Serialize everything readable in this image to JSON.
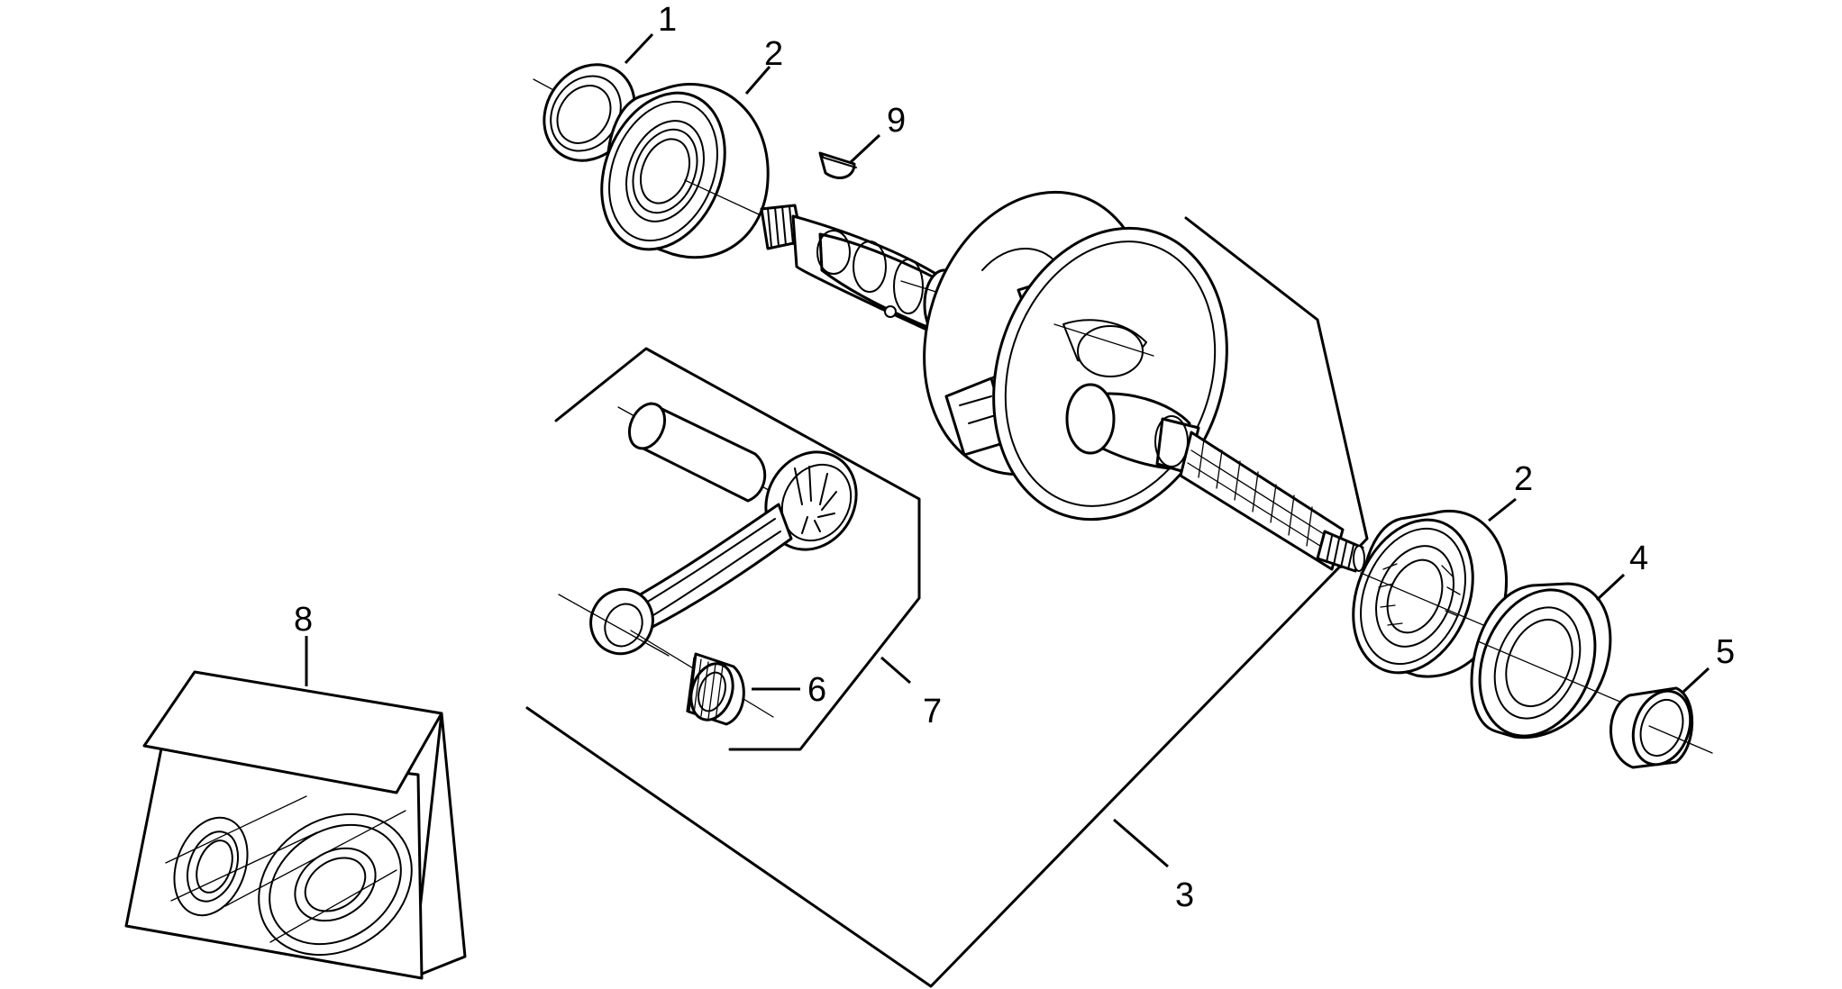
{
  "callouts": {
    "c1": "1",
    "c2a": "2",
    "c9": "9",
    "c2b": "2",
    "c4": "4",
    "c5": "5",
    "c8": "8",
    "c6": "6",
    "c7": "7",
    "c3": "3"
  },
  "line_color": "#000000",
  "background_color": "#ffffff"
}
